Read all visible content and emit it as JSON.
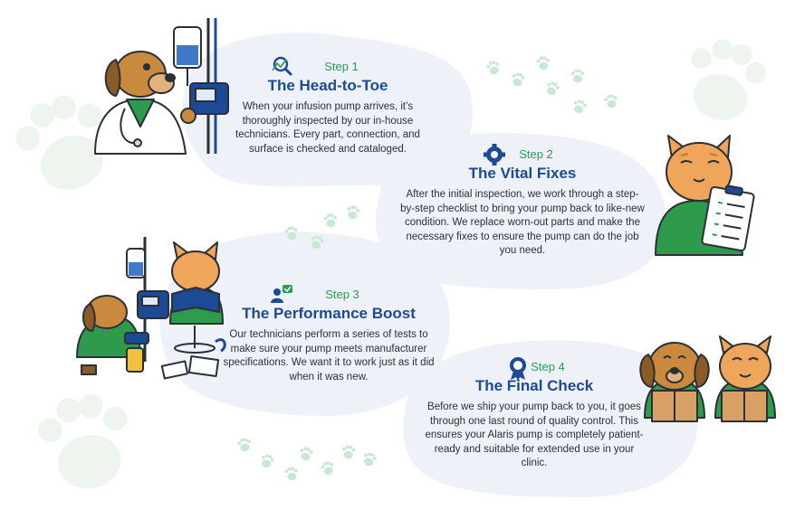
{
  "steps": [
    {
      "number": "Step 1",
      "title": "The Head-to-Toe",
      "body": "When your infusion pump arrives, it’s thoroughly inspected by our in-house technicians. Every part, connection, and surface is checked and cataloged.",
      "icon": "magnifier-search-icon"
    },
    {
      "number": "Step 2",
      "title": "The Vital Fixes",
      "body": "After the initial inspection, we work through a step-by-step checklist to bring your pump back to like-new condition. We replace worn-out parts and make the necessary fixes to ensure the pump can do the job you need.",
      "icon": "gear-icon"
    },
    {
      "number": "Step 3",
      "title": "The Performance Boost",
      "body": "Our technicians perform a series of tests to make sure your pump meets manufacturer specifications. We want it to work just as it did when it was new.",
      "icon": "person-checkmark-icon"
    },
    {
      "number": "Step 4",
      "title": "The Final Check",
      "body": "Before we ship your pump back to you, it goes through one last round of quality control. This ensures your Alaris pump is completely patient-ready and suitable for extended use in your clinic.",
      "icon": "award-ribbon-icon"
    }
  ],
  "colors": {
    "step_label": "#2a9d55",
    "title": "#1c4a94",
    "blob": "#eef1f7",
    "paw": "#c9e8d2",
    "paw_faint": "#eef4ee",
    "scrubs": "#2e9a4b",
    "dog_fur": "#c98a3e",
    "cat_fur": "#f0a65a"
  }
}
